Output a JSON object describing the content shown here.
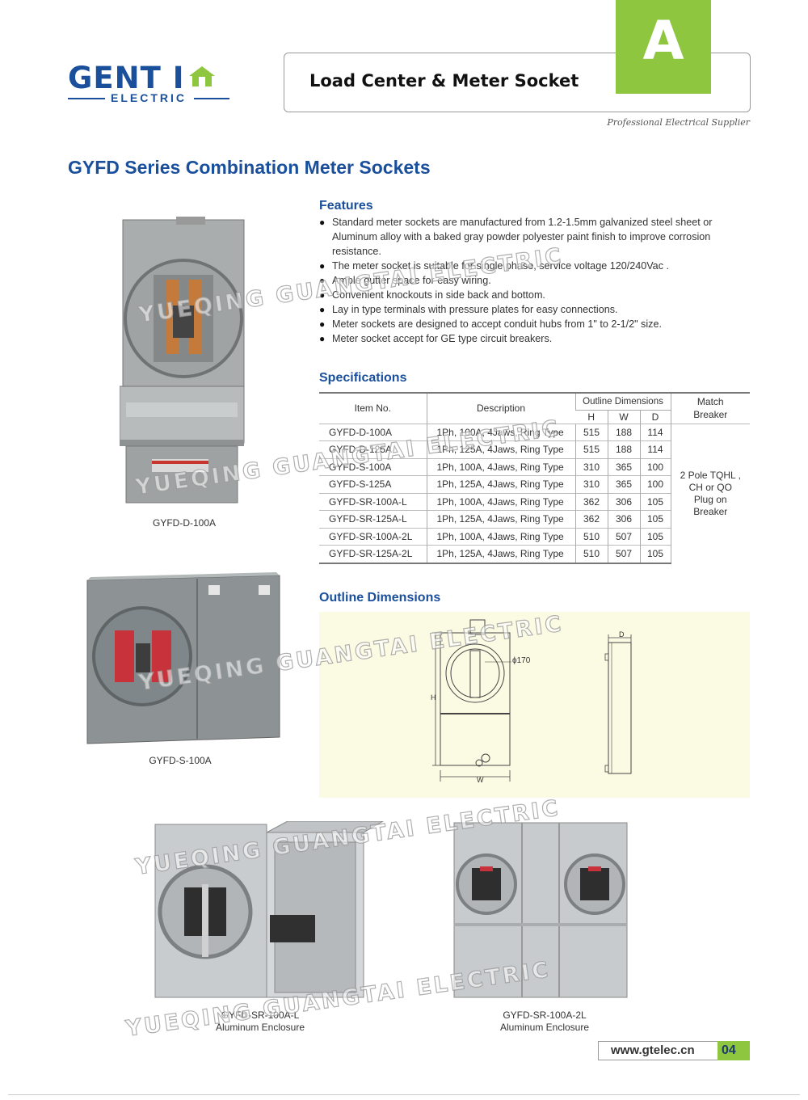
{
  "header": {
    "logo_main": "GENT I",
    "logo_sub": "ELECTRIC",
    "title": "Load Center & Meter Socket",
    "section_letter": "A",
    "tagline": "Professional Electrical Supplier"
  },
  "page_heading": "GYFD Series Combination Meter Sockets",
  "features": {
    "heading": "Features",
    "items": [
      "Standard meter sockets are manufactured from 1.2-1.5mm galvanized steel sheet or Aluminum alloy with a baked gray powder polyester paint finish to improve corrosion resistance.",
      "The meter socket is suitable for single phase, service voltage 120/240Vac .",
      "Ample gutter space for easy wiring.",
      "Convenient knockouts in side back and bottom.",
      "Lay in type terminals with pressure plates for easy connections.",
      "Meter sockets are designed to accept conduit hubs from 1\" to 2-1/2\" size.",
      "Meter socket accept for GE type circuit breakers."
    ]
  },
  "specifications": {
    "heading": "Specifications",
    "columns": {
      "item_no": "Item No.",
      "description": "Description",
      "outline": "Outline Dimensions",
      "h": "H",
      "w": "W",
      "d": "D",
      "match_1": "Match",
      "match_2": "Breaker"
    },
    "rows": [
      {
        "item": "GYFD-D-100A",
        "desc": "1Ph, 100A, 4Jaws, Ring Type",
        "h": "515",
        "w": "188",
        "d": "114"
      },
      {
        "item": "GYFD-D-125A",
        "desc": "1Ph, 125A, 4Jaws, Ring Type",
        "h": "515",
        "w": "188",
        "d": "114"
      },
      {
        "item": "GYFD-S-100A",
        "desc": "1Ph, 100A, 4Jaws, Ring Type",
        "h": "310",
        "w": "365",
        "d": "100"
      },
      {
        "item": "GYFD-S-125A",
        "desc": "1Ph, 125A, 4Jaws, Ring Type",
        "h": "310",
        "w": "365",
        "d": "100"
      },
      {
        "item": "GYFD-SR-100A-L",
        "desc": "1Ph, 100A, 4Jaws, Ring Type",
        "h": "362",
        "w": "306",
        "d": "105"
      },
      {
        "item": "GYFD-SR-125A-L",
        "desc": "1Ph, 125A, 4Jaws, Ring Type",
        "h": "362",
        "w": "306",
        "d": "105"
      },
      {
        "item": "GYFD-SR-100A-2L",
        "desc": "1Ph, 100A, 4Jaws, Ring Type",
        "h": "510",
        "w": "507",
        "d": "105"
      },
      {
        "item": "GYFD-SR-125A-2L",
        "desc": "1Ph, 125A, 4Jaws, Ring Type",
        "h": "510",
        "w": "507",
        "d": "105"
      }
    ],
    "match_lines": [
      "2 Pole TQHL ,",
      "CH or QO",
      "Plug on",
      "Breaker"
    ]
  },
  "outline": {
    "heading": "Outline Dimensions",
    "label_diameter": "ϕ170",
    "label_h": "H",
    "label_w": "W",
    "label_d": "D"
  },
  "photos": {
    "d100a": "GYFD-D-100A",
    "s100a": "GYFD-S-100A",
    "sr100al": "GYFD-SR-100A-L",
    "sr100al_sub": "Aluminum Enclosure",
    "sr100a2l": "GYFD-SR-100A-2L",
    "sr100a2l_sub": "Aluminum Enclosure"
  },
  "watermarks": {
    "w1": "YUEQING GUANGTAI ELECTRIC",
    "w2": "YUEQING GUANGTAI ELECTRIC",
    "w3": "YUEQING GUANGTAI ELECTRIC",
    "w4": "YUEQING GUANGTAI ELECTRIC",
    "w5": "YUEQING GUANGTAI ELECTRIC"
  },
  "footer": {
    "url": "www.gtelec.cn",
    "page_number": "04"
  },
  "colors": {
    "brand_blue": "#1a4f9c",
    "accent_green": "#8ec63f"
  }
}
